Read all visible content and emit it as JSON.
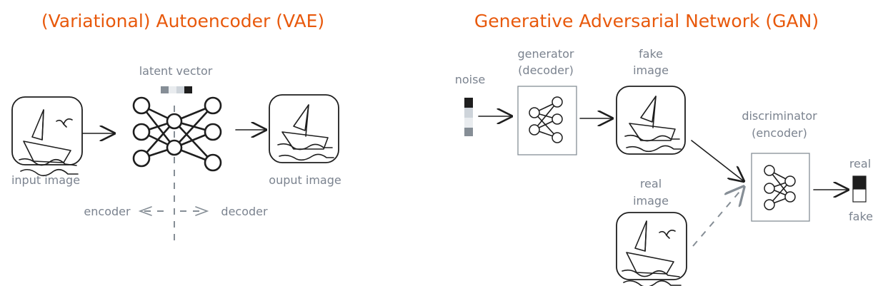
{
  "vae": {
    "title": "(Variational) Autoencoder (VAE)",
    "input_label": "input image",
    "latent_label": "latent vector",
    "output_label": "ouput image",
    "encoder_label": "encoder",
    "decoder_label": "decoder",
    "latent_cells": [
      "#868e96",
      "#e9ecef",
      "#ced4da",
      "#1e1e1e"
    ]
  },
  "gan": {
    "title": "Generative Adversarial Network (GAN)",
    "noise_label": "noise",
    "generator_label_1": "generator",
    "generator_label_2": "(decoder)",
    "fake_image_label_1": "fake",
    "fake_image_label_2": "image",
    "real_image_label_1": "real",
    "real_image_label_2": "image",
    "discriminator_label_1": "discriminator",
    "discriminator_label_2": "(encoder)",
    "output_real_label": "real",
    "output_fake_label": "fake",
    "noise_cells": [
      "#1e1e1e",
      "#ced4da",
      "#e9ecef",
      "#868e96"
    ],
    "output_cells": [
      "#1e1e1e",
      "#ffffff"
    ]
  },
  "colors": {
    "title": "#e8590c",
    "label": "#7b838f",
    "ink": "#1e1e1e",
    "muted": "#868e96"
  }
}
